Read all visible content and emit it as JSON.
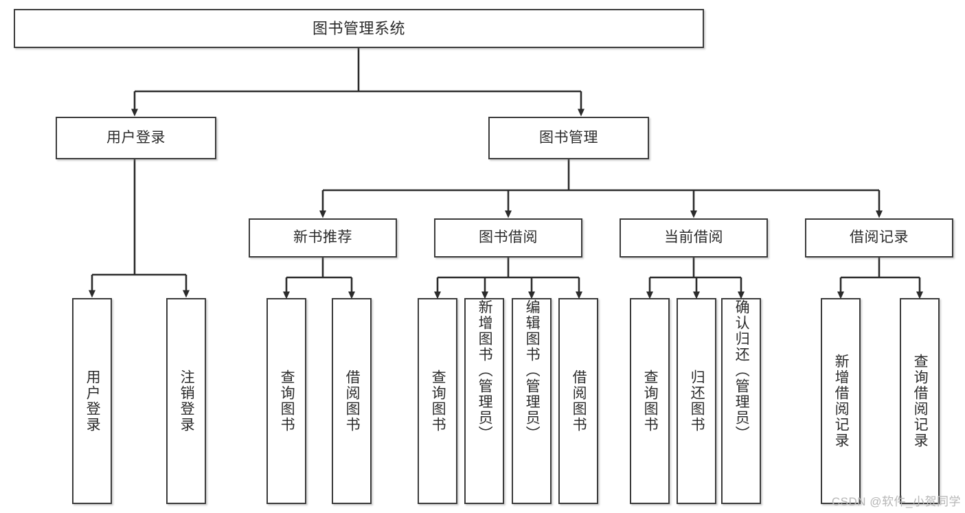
{
  "diagram": {
    "title": "图书管理系统",
    "type": "tree-hierarchy",
    "watermark": "CSDN @软件_小贺同学",
    "colors": {
      "box_border": "#3a3a3a",
      "box_fill": "#ffffff",
      "edge": "#2b2b2b",
      "text": "#2b2b2b",
      "watermark": "#b6b6b6"
    },
    "nodes": {
      "root": {
        "label": "图书管理系统"
      },
      "level2": [
        {
          "id": "user-login",
          "label": "用户登录"
        },
        {
          "id": "book-manage",
          "label": "图书管理"
        }
      ],
      "level3": [
        {
          "id": "new-book-rec",
          "label": "新书推荐"
        },
        {
          "id": "book-borrow",
          "label": "图书借阅"
        },
        {
          "id": "current-borrow",
          "label": "当前借阅"
        },
        {
          "id": "borrow-record",
          "label": "借阅记录"
        }
      ],
      "leaves": {
        "user-login": [
          {
            "id": "leaf-user-login",
            "label": "用户登录"
          },
          {
            "id": "leaf-logout",
            "label": "注销登录"
          }
        ],
        "new-book-rec": [
          {
            "id": "leaf-query-book-1",
            "label": "查询图书"
          },
          {
            "id": "leaf-borrow-book-1",
            "label": "借阅图书"
          }
        ],
        "book-borrow": [
          {
            "id": "leaf-query-book-2",
            "label": "查询图书"
          },
          {
            "id": "leaf-add-book",
            "label": "新增图书（管理员）"
          },
          {
            "id": "leaf-edit-book",
            "label": "编辑图书（管理员）"
          },
          {
            "id": "leaf-borrow-book-2",
            "label": "借阅图书"
          }
        ],
        "current-borrow": [
          {
            "id": "leaf-query-book-3",
            "label": "查询图书"
          },
          {
            "id": "leaf-return-book",
            "label": "归还图书"
          },
          {
            "id": "leaf-confirm-return",
            "label": "确认归还（管理员）"
          }
        ],
        "borrow-record": [
          {
            "id": "leaf-add-record",
            "label": "新增借阅记录"
          },
          {
            "id": "leaf-query-record",
            "label": "查询借阅记录"
          }
        ]
      }
    }
  }
}
